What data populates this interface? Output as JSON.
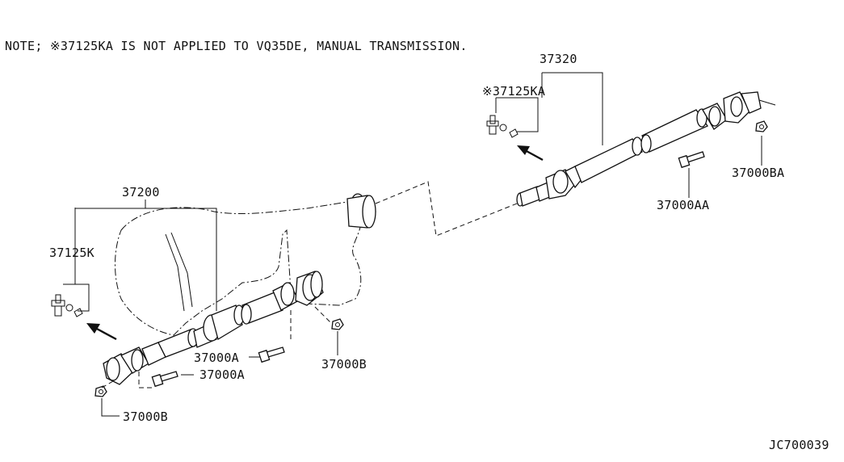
{
  "diagram": {
    "note": "NOTE; ※37125KA IS NOT APPLIED TO VQ35DE, MANUAL TRANSMISSION.",
    "labels": {
      "rear_shaft": "37320",
      "rear_joint_kit": "※37125KA",
      "rear_bolt": "37000AA",
      "rear_nut": "37000BA",
      "front_shaft": "37200",
      "front_joint_kit": "37125K",
      "front_bolt_mid": "37000A",
      "front_bolt_low": "37000A",
      "front_nut_mid": "37000B",
      "front_nut_low": "37000B"
    },
    "figure_code": "JC700039"
  }
}
